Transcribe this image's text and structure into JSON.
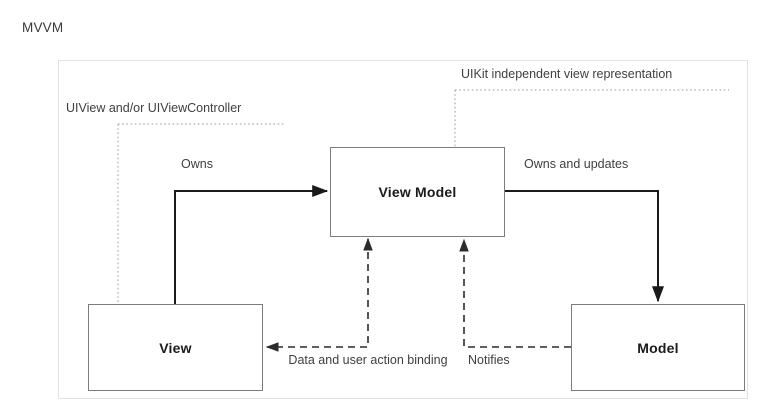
{
  "page": {
    "title": "MVVM",
    "background": "#ffffff"
  },
  "diagram": {
    "type": "architecture-pattern-diagram",
    "container": {
      "border_color": "#e2e2e2",
      "fill": "#ffffff"
    },
    "node_border_color": "#7c7c7c",
    "solid_edge_color": "#1a1a1a",
    "dashed_edge_color": "#2b2b2b",
    "dotted_callout_color": "#9a9a9a",
    "nodes": [
      {
        "id": "view",
        "label": "View"
      },
      {
        "id": "view-model",
        "label": "View Model"
      },
      {
        "id": "model",
        "label": "Model"
      }
    ],
    "callouts": [
      {
        "id": "uiview-callout",
        "label": "UIView and/or UIViewController",
        "target": "view"
      },
      {
        "id": "uikit-callout",
        "label": "UIKit independent view representation",
        "target": "view-model"
      }
    ],
    "edges": [
      {
        "id": "owns",
        "label": "Owns",
        "from": "view",
        "to": "view-model",
        "style": "solid",
        "arrow": "to"
      },
      {
        "id": "owns-updates",
        "label": "Owns and updates",
        "from": "view-model",
        "to": "model",
        "style": "solid",
        "arrow": "to"
      },
      {
        "id": "binding",
        "label": "Data and user action binding",
        "from": "view-model",
        "to": "view",
        "style": "dashed",
        "arrow": "both"
      },
      {
        "id": "notifies",
        "label": "Notifies",
        "from": "model",
        "to": "view-model",
        "style": "dashed",
        "arrow": "to"
      }
    ]
  }
}
